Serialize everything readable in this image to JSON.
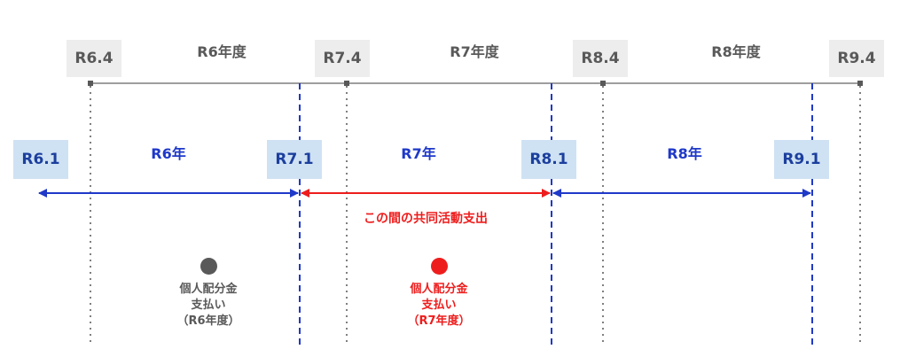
{
  "colors": {
    "fiscal_axis": "#7f7f7f",
    "fiscal_box": "#ededed",
    "fiscal_text": "#595959",
    "calendar_box": "#cfe2f3",
    "calendar_text": "#1c3f9e",
    "calendar_line": "#1f39c8",
    "highlight": "#ee1d1d",
    "gray_marker": "#595959"
  },
  "fiscal": {
    "ticks": [
      "R6.4",
      "R7.4",
      "R8.4",
      "R9.4"
    ],
    "spans": [
      "R6年度",
      "R7年度",
      "R8年度"
    ]
  },
  "calendar": {
    "ticks": [
      "R6.1",
      "R7.1",
      "R8.1",
      "R9.1"
    ],
    "spans": [
      "R6年",
      "R7年",
      "R8年"
    ]
  },
  "between_label": "この間の共同活動支出",
  "payments": [
    {
      "line1": "個人配分金",
      "line2": "支払い",
      "line3": "（R6年度）",
      "color": "#595959"
    },
    {
      "line1": "個人配分金",
      "line2": "支払い",
      "line3": "（R7年度）",
      "color": "#ee1d1d"
    }
  ]
}
